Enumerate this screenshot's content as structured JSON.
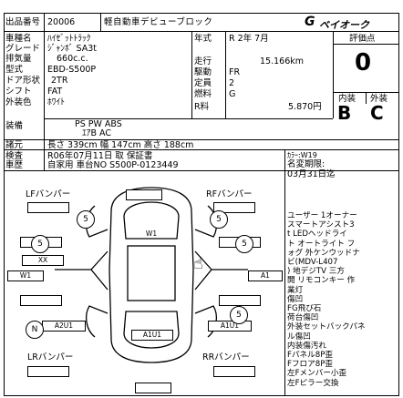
{
  "header": {
    "listing_label": "出品番号",
    "listing_no": "20006",
    "title": "軽自動車デビューブロック",
    "logo_text": "ベイオーク"
  },
  "specs": {
    "car_name_label": "車種名",
    "car_name": "ﾊｲｾﾞｯﾄﾄﾗｯｸ",
    "grade_label": "グレード",
    "grade": "ｼﾞｬﾝﾎﾞ SA3t",
    "displacement_label": "排気量",
    "displacement": "660c.c.",
    "model_label": "型式",
    "model": "EBD-S500P",
    "door_label": "ドア形状",
    "door": "2TR",
    "shift_label": "シフト",
    "shift": "FAT",
    "exterior_color_label": "外装色",
    "exterior_color": "ﾎﾜｲﾄ",
    "year_label": "年式",
    "year": "R 2年 7月",
    "mileage_label": "走行",
    "mileage": "15.166km",
    "drive_label": "駆動",
    "drive": "FR",
    "capacity_label": "定員",
    "capacity": "2",
    "fuel_label": "燃料",
    "fuel": "G",
    "r_price_label": "R料",
    "r_price": "5.870円"
  },
  "grades": {
    "evaluation_label": "評価点",
    "evaluation": "0",
    "interior_label": "内装",
    "interior": "B",
    "exterior_label": "外装",
    "exterior": "C"
  },
  "equipment": {
    "label": "装備",
    "line1": "PS  PW  ABS",
    "line2": "ｴｱB  AC"
  },
  "dimensions": {
    "label": "諸元",
    "text": "長さ 339cm 幅 147cm 高さ 188cm"
  },
  "inspection": {
    "label": "検査",
    "text": "R06年07月11日 取  保証書",
    "reg_label": "車歴",
    "reg_text": "自家用  車台NO S500P-0123449"
  },
  "color_info": {
    "color_code": "ｶﾗｰ:W19",
    "name_change_label": "名変期限:",
    "name_change_date": "03月31日迄"
  },
  "diagram": {
    "lf_bumper": "LFバンパー",
    "rf_bumper": "RFバンパー",
    "lr_bumper": "LRバンパー",
    "rr_bumper": "RRバンパー",
    "marks": [
      "5",
      "5",
      "5",
      "5",
      "5",
      "N"
    ],
    "codes": {
      "w1_top": "W1",
      "xx": "XX",
      "w1_left": "W1",
      "a1_right": "A1",
      "a2u1": "A2U1",
      "a1u1_center": "A1U1",
      "a1u1_right": "A1U1"
    }
  },
  "notes": [
    "ユーザー 1オーナー",
    "  スマートアシスト3",
    "t LEDヘッドライ",
    "ト オートライト フ",
    "ォグ 外ケンウッドナ",
    "ビ(MDV-L407",
    ") 地デジTV 三方",
    "開 リモコンキー 作",
    "業灯",
    "傷凹",
    "FG飛び石",
    "荷台傷凹",
    "外装セットバックパネ",
    "ル傷凹",
    "内装傷汚れ",
    "Fパネル8P歪",
    "Fフロア8P歪",
    "左Fメンバー小歪",
    "左Fピラー交換"
  ]
}
